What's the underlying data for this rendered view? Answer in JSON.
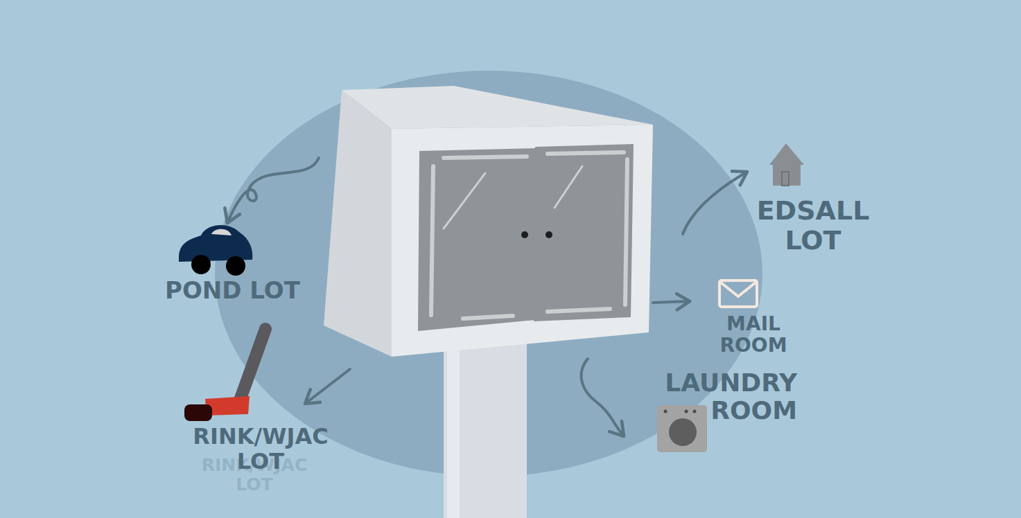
{
  "diagram": {
    "labels": [
      "EDSALL LOT",
      "POND LOT",
      "MAIL ROOM",
      "LAUNDRY ROOM",
      "RINK/WJAC LOT",
      "RINK/WJAC LOT"
    ]
  }
}
